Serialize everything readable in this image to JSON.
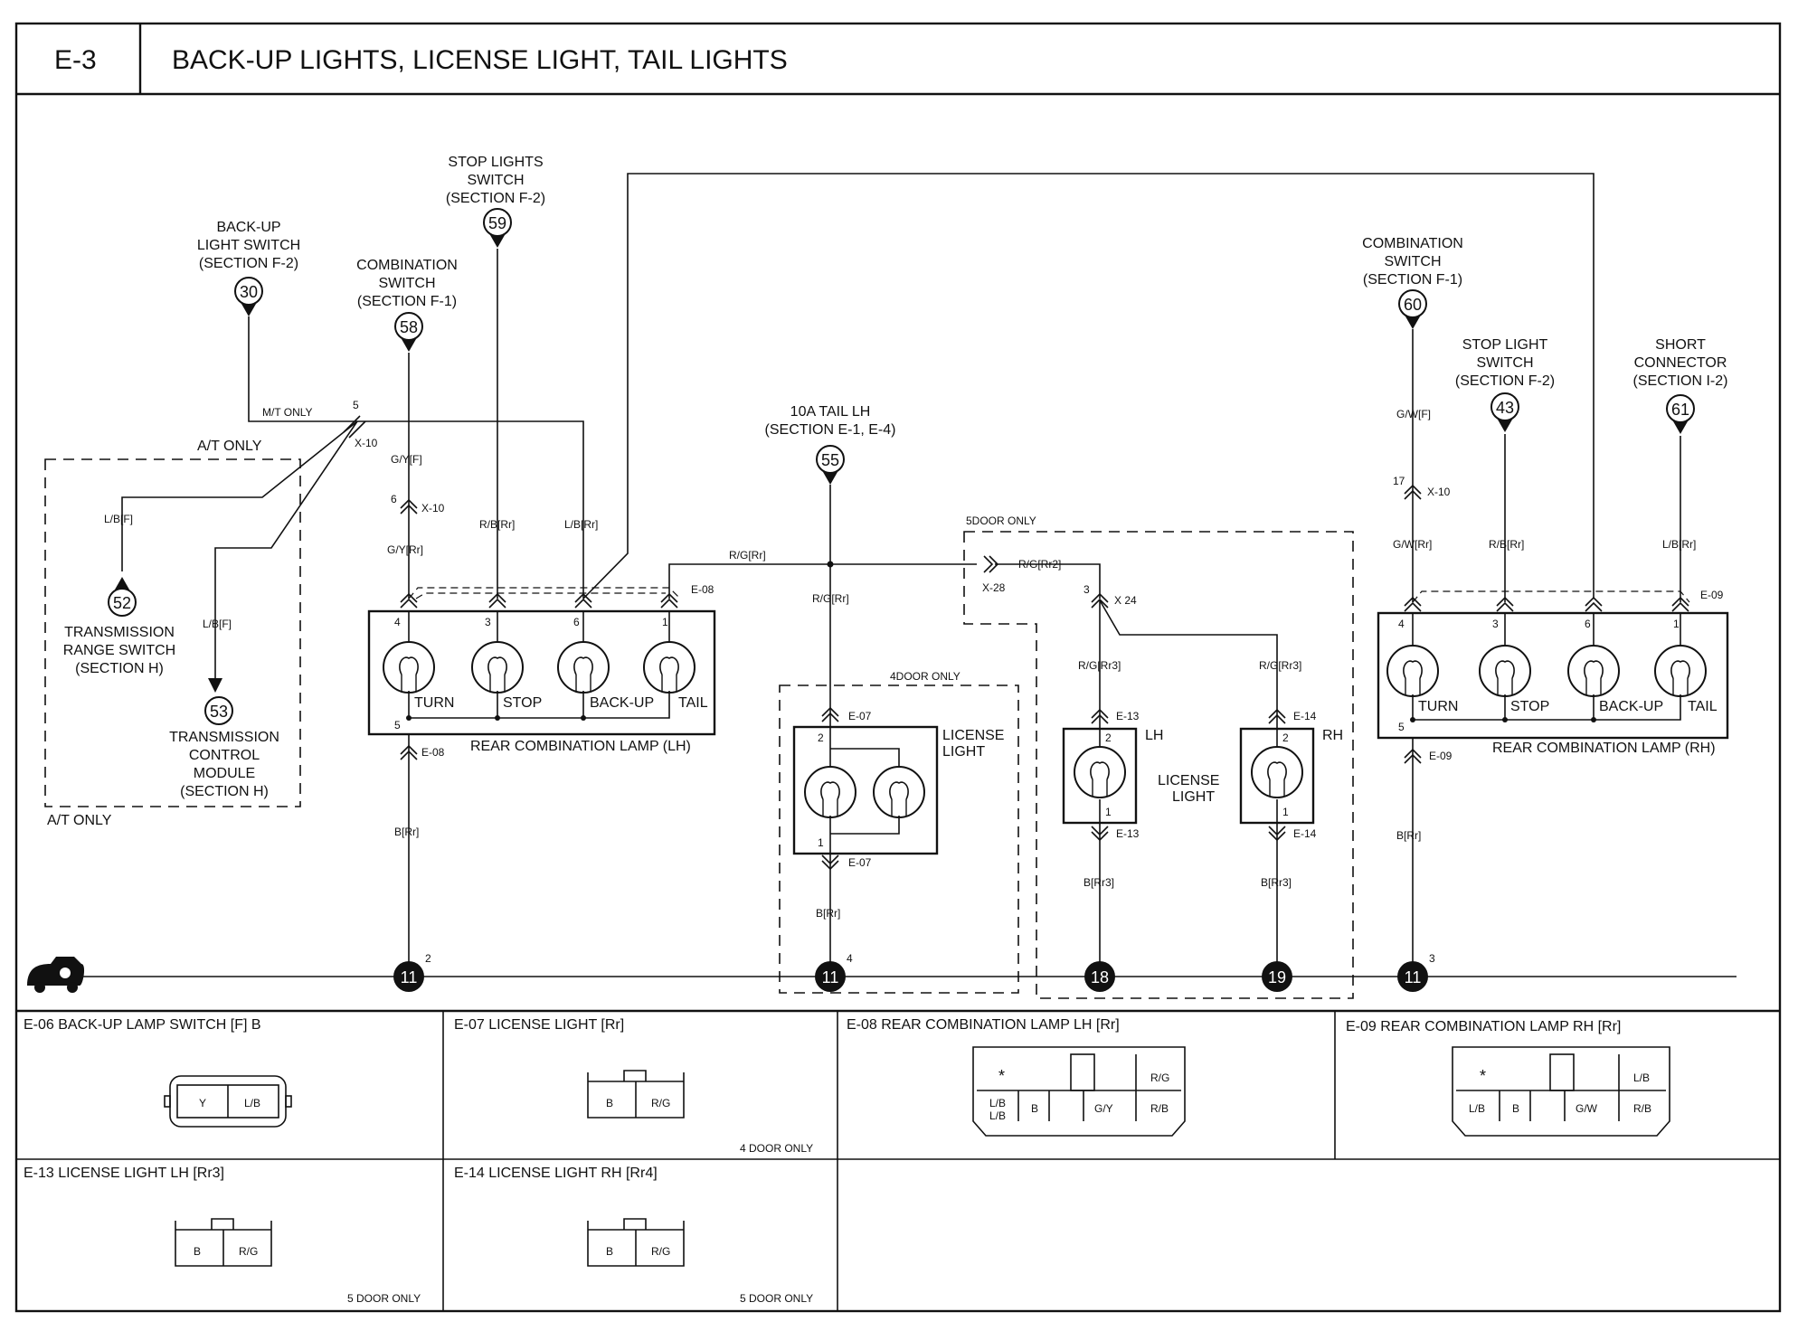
{
  "header": {
    "code": "E-3",
    "title": "BACK-UP LIGHTS, LICENSE LIGHT, TAIL LIGHTS"
  },
  "refs": {
    "r30": {
      "num": "30",
      "l1": "BACK-UP",
      "l2": "LIGHT SWITCH",
      "l3": "(SECTION F-2)"
    },
    "r59": {
      "num": "59",
      "l1": "STOP LIGHTS",
      "l2": "SWITCH",
      "l3": "(SECTION F-2)"
    },
    "r58": {
      "num": "58",
      "l1": "COMBINATION",
      "l2": "SWITCH",
      "l3": "(SECTION F-1)"
    },
    "r55": {
      "num": "55",
      "l1": "10A TAIL LH",
      "l2": "(SECTION E-1, E-4)"
    },
    "r60": {
      "num": "60",
      "l1": "COMBINATION",
      "l2": "SWITCH",
      "l3": "(SECTION F-1)"
    },
    "r43": {
      "num": "43",
      "l1": "STOP LIGHT",
      "l2": "SWITCH",
      "l3": "(SECTION F-2)"
    },
    "r61": {
      "num": "61",
      "l1": "SHORT",
      "l2": "CONNECTOR",
      "l3": "(SECTION I-2)"
    },
    "r52": {
      "num": "52",
      "l1": "TRANSMISSION",
      "l2": "RANGE SWITCH",
      "l3": "(SECTION H)"
    },
    "r53": {
      "num": "53",
      "l1": "TRANSMISSION",
      "l2": "CONTROL",
      "l3": "MODULE",
      "l4": "(SECTION H)"
    }
  },
  "labels": {
    "mt_only": "M/T ONLY",
    "at_only": "A/T ONLY",
    "x10": "X-10",
    "x28": "X-28",
    "x24": "X 24",
    "door4": "4DOOR ONLY",
    "door5": "5DOOR ONLY",
    "lamp_lh": "REAR COMBINATION LAMP (LH)",
    "lamp_rh": "REAR COMBINATION LAMP (RH)",
    "turn": "TURN",
    "stop": "STOP",
    "backup": "BACK-UP",
    "tail": "TAIL",
    "license_l1": "LICENSE",
    "license_l2": "LIGHT",
    "lh": "LH",
    "rh": "RH",
    "e08": "E-08",
    "e09": "E-09",
    "e07": "E-07",
    "e13": "E-13",
    "e14": "E-14"
  },
  "wires": {
    "gyf": "G/Y[F]",
    "gyrr": "G/Y[Rr]",
    "rbrr": "R/B[Rr]",
    "lbrr": "L/B[Rr]",
    "lbf": "L/B[F]",
    "rgrr": "R/G[Rr]",
    "rgrr2": "R/G[Rr2]",
    "rgrr3": "R/G[Rr3]",
    "brr": "B[Rr]",
    "brr3": "B[Rr3]",
    "gwf": "G/W[F]",
    "gwrr": "G/W[Rr]"
  },
  "pins": {
    "p1": "1",
    "p2": "2",
    "p3": "3",
    "p4": "4",
    "p5": "5",
    "p6": "6",
    "p17": "17"
  },
  "grounds": {
    "g11": "11",
    "g18": "18",
    "g19": "19",
    "n2": "2",
    "n3": "3",
    "n4": "4"
  },
  "connectors": {
    "c_e06": {
      "title": "E-06 BACK-UP LAMP SWITCH [F] B",
      "a": "Y",
      "b": "L/B"
    },
    "c_e07": {
      "title": "E-07 LICENSE LIGHT [Rr]",
      "a": "B",
      "b": "R/G",
      "note": "4 DOOR ONLY"
    },
    "c_e08": {
      "title": "E-08 REAR COMBINATION LAMP LH [Rr]",
      "star": "*",
      "c1": "R/G",
      "c6": "L/B",
      "c6b": "L/B",
      "c5": "B",
      "c4": "G/Y",
      "c3": "R/B"
    },
    "c_e09": {
      "title": "E-09 REAR COMBINATION LAMP RH [Rr]",
      "star": "*",
      "c1": "L/B",
      "c6": "L/B",
      "c5": "B",
      "c4": "G/W",
      "c3": "R/B"
    },
    "c_e13": {
      "title": "E-13 LICENSE LIGHT LH [Rr3]",
      "a": "B",
      "b": "R/G",
      "note": "5 DOOR ONLY"
    },
    "c_e14": {
      "title": "E-14 LICENSE LIGHT RH [Rr4]",
      "a": "B",
      "b": "R/G",
      "note": "5 DOOR ONLY"
    }
  }
}
